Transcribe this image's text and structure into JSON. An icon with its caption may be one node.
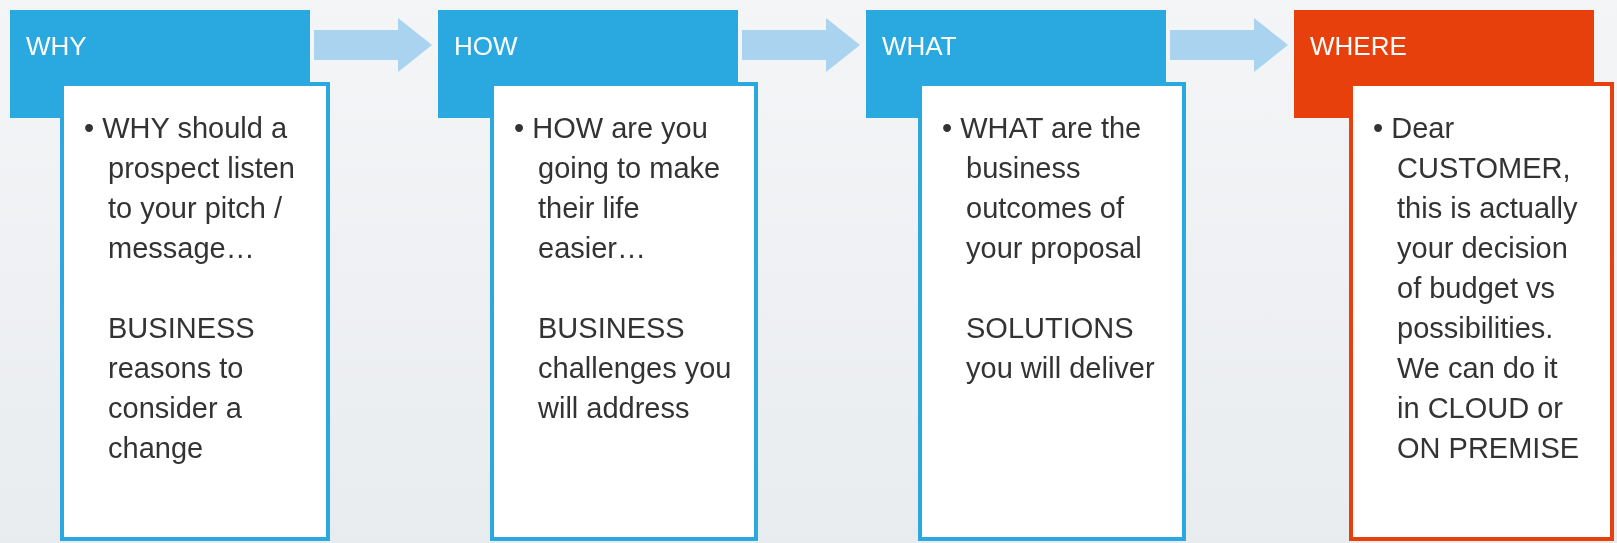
{
  "diagram": {
    "nodes": [
      {
        "text": [
          "WHY"
        ]
      },
      {
        "text": [
          "• WHY should a prospect listen to your pitch / message…",
          "BUSINESS reasons to consider a change"
        ]
      },
      {
        "text": [
          "HOW"
        ]
      },
      {
        "text": [
          "• HOW are you going to make their life easier…",
          "BUSINESS challenges you will address"
        ]
      },
      {
        "text": [
          "WHAT"
        ]
      },
      {
        "text": [
          "• WHAT are the business outcomes of your proposal",
          "SOLUTIONS you will deliver"
        ]
      },
      {
        "text": [
          "WHERE"
        ]
      },
      {
        "text": [
          "• Dear CUSTOMER, this is actually your decision of budget vs possibilities. We can do it in CLOUD or ON PREMISE"
        ]
      }
    ],
    "edges": [
      {
        "from": 0,
        "to": 2,
        "arrow": "to",
        "style": "thick"
      },
      {
        "from": 2,
        "to": 4,
        "arrow": "to",
        "style": "thick"
      },
      {
        "from": 4,
        "to": 6,
        "arrow": "to",
        "style": "thick"
      }
    ]
  }
}
